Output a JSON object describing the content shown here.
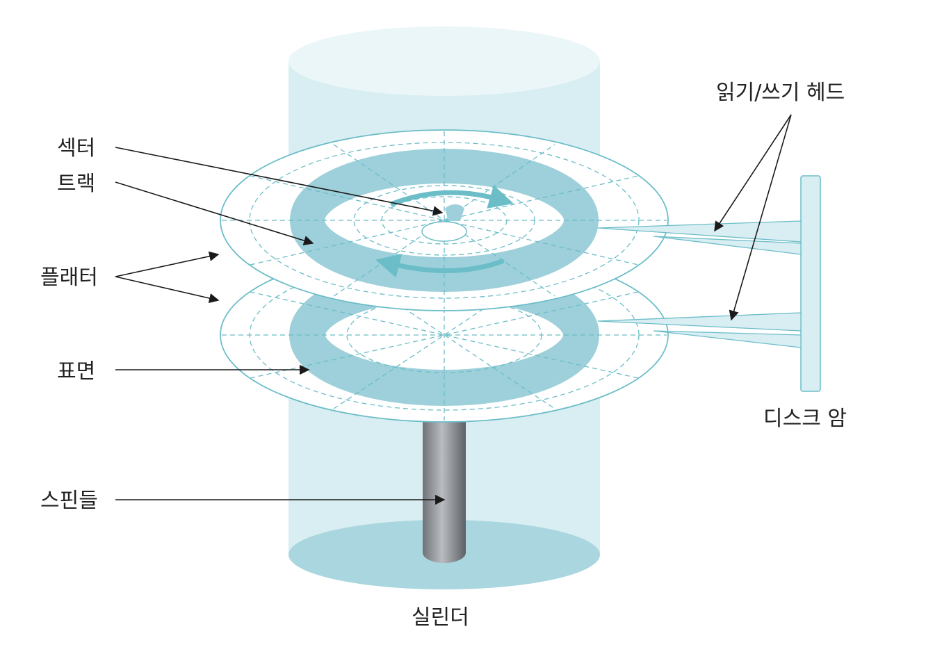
{
  "labels": {
    "sector": "섹터",
    "track": "트랙",
    "platter": "플래터",
    "surface": "표면",
    "spindle": "스핀들",
    "cylinder": "실린더",
    "read_write_head": "읽기/쓰기 헤드",
    "disk_arm": "디스크 암"
  },
  "colors": {
    "cylinder_fill": "#d9eef2",
    "cylinder_top": "#eaf6f8",
    "cylinder_bottom": "#a9d6df",
    "platter_fill": "#ffffff",
    "platter_stroke": "#6bbdc8",
    "track_band": "#9dd0da",
    "spindle": "#8e9196",
    "arm_fill": "#d9eef2",
    "arrow": "#1a1a1a"
  },
  "icons": {
    "rotation": "curved-rotation-arrow-icon"
  }
}
